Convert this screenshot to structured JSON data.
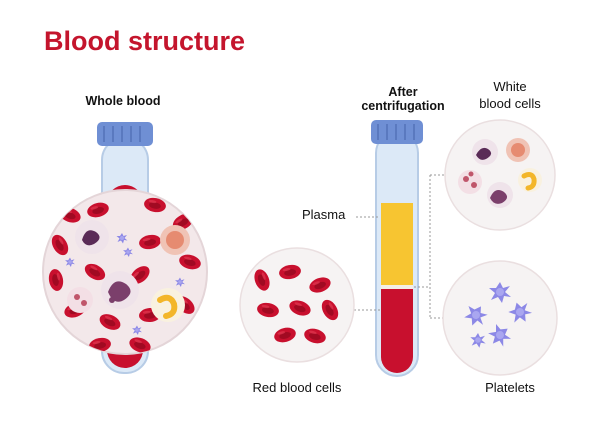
{
  "title": "Blood structure",
  "labels": {
    "whole_blood": "Whole blood",
    "after_centrifugation": [
      "After",
      "centrifugation"
    ],
    "white_blood_cells": [
      "White",
      "blood cells"
    ],
    "plasma": "Plasma",
    "red_blood_cells": "Red blood cells",
    "platelets": "Platelets"
  },
  "side_id": "1239716138",
  "colors": {
    "title": "#c4152d",
    "blood_red": "#c8102e",
    "plasma_yellow": "#f7c531",
    "tube_cap": "#6f8fd4",
    "tube_glass": "#dce9f7",
    "platelet": "#8c88e6",
    "circle_bg": "#f6f3f3"
  },
  "icons": [
    "test-tube-icon",
    "red-blood-cell-icon",
    "white-blood-cell-icon",
    "platelet-icon"
  ]
}
